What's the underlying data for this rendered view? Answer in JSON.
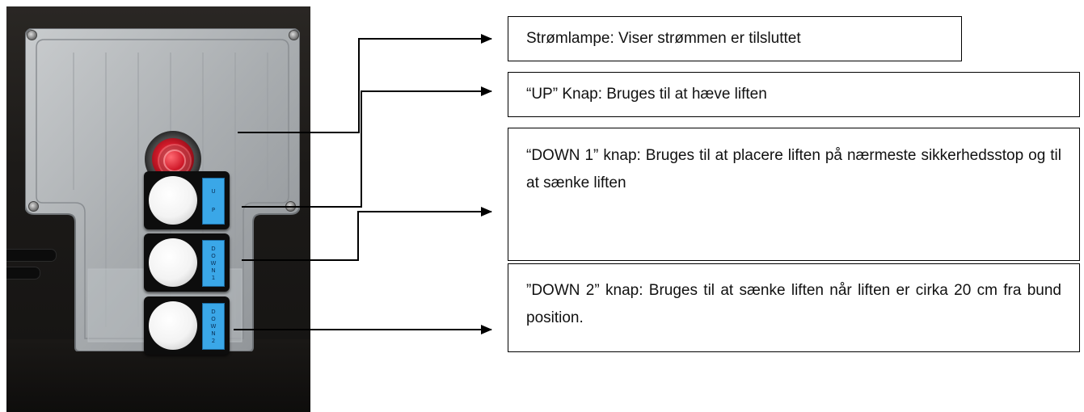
{
  "photo": {
    "lamp_color": "#d11a2a",
    "button_label_color": "#3aa7e8",
    "buttons": [
      {
        "letters": [
          "U",
          "P"
        ]
      },
      {
        "letters": [
          "D",
          "O",
          "W",
          "N",
          "1"
        ]
      },
      {
        "letters": [
          "D",
          "O",
          "W",
          "N",
          "2"
        ]
      }
    ]
  },
  "callouts": [
    {
      "text": "Strømlampe: Viser strømmen er tilsluttet"
    },
    {
      "text": "“UP” Knap: Bruges til at hæve liften"
    },
    {
      "text": "“DOWN 1” knap: Bruges til at placere liften på nærmeste sikkerhedsstop og til at sænke liften"
    },
    {
      "text": "”DOWN 2” knap: Bruges til at sænke liften når liften er cirka 20 cm fra bund position."
    }
  ]
}
